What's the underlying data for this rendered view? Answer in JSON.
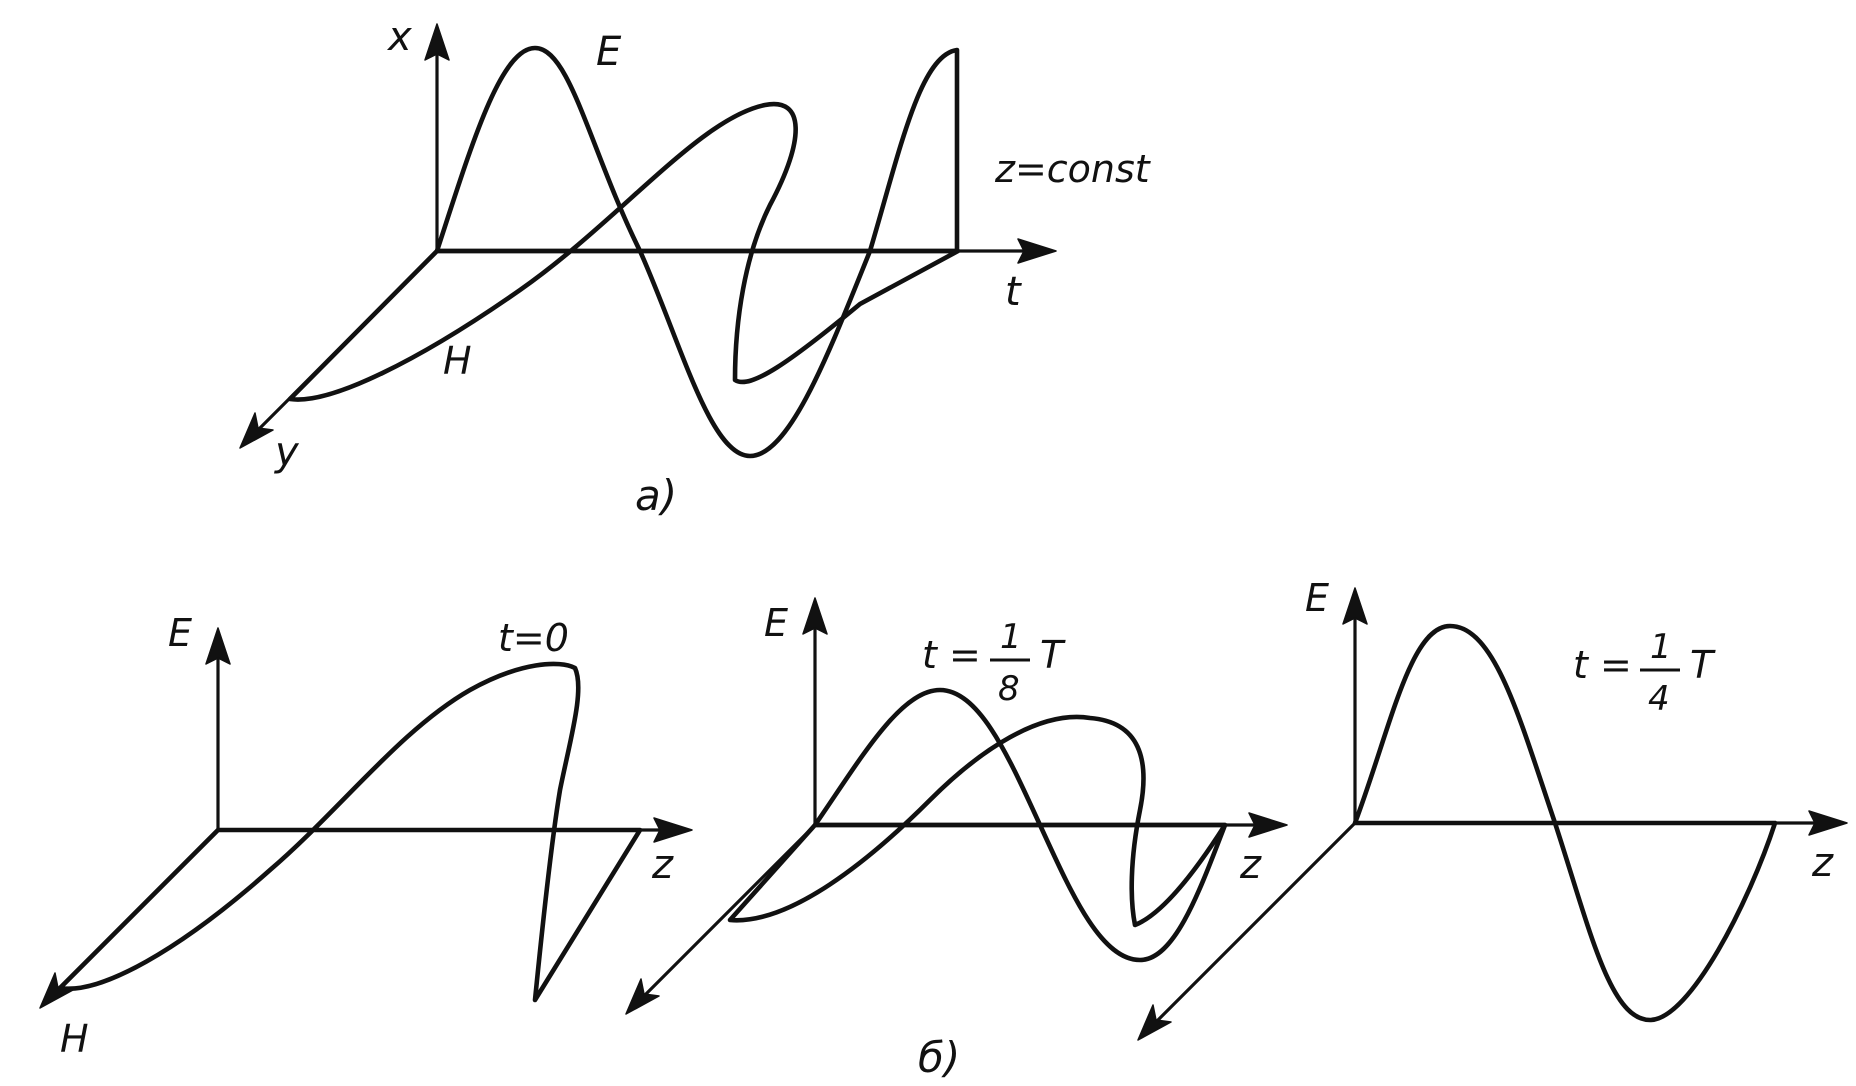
{
  "panel_a": {
    "axis_x": "x",
    "axis_y": "y",
    "axis_t": "t",
    "curve_e": "E",
    "curve_h": "H",
    "condition": "z=const",
    "caption": "а)"
  },
  "panel_b1": {
    "axis_e": "E",
    "axis_z": "z",
    "axis_h": "H",
    "time": "t=0"
  },
  "panel_b2": {
    "axis_e": "E",
    "axis_z": "z",
    "time_prefix": "t =",
    "time_num": "1",
    "time_den": "8",
    "time_suffix": "T"
  },
  "panel_b3": {
    "axis_e": "E",
    "axis_z": "z",
    "time_prefix": "t =",
    "time_num": "1",
    "time_den": "4",
    "time_suffix": "T"
  },
  "caption_b": "б)",
  "colors": {
    "ink": "#111111",
    "background": "#ffffff"
  }
}
